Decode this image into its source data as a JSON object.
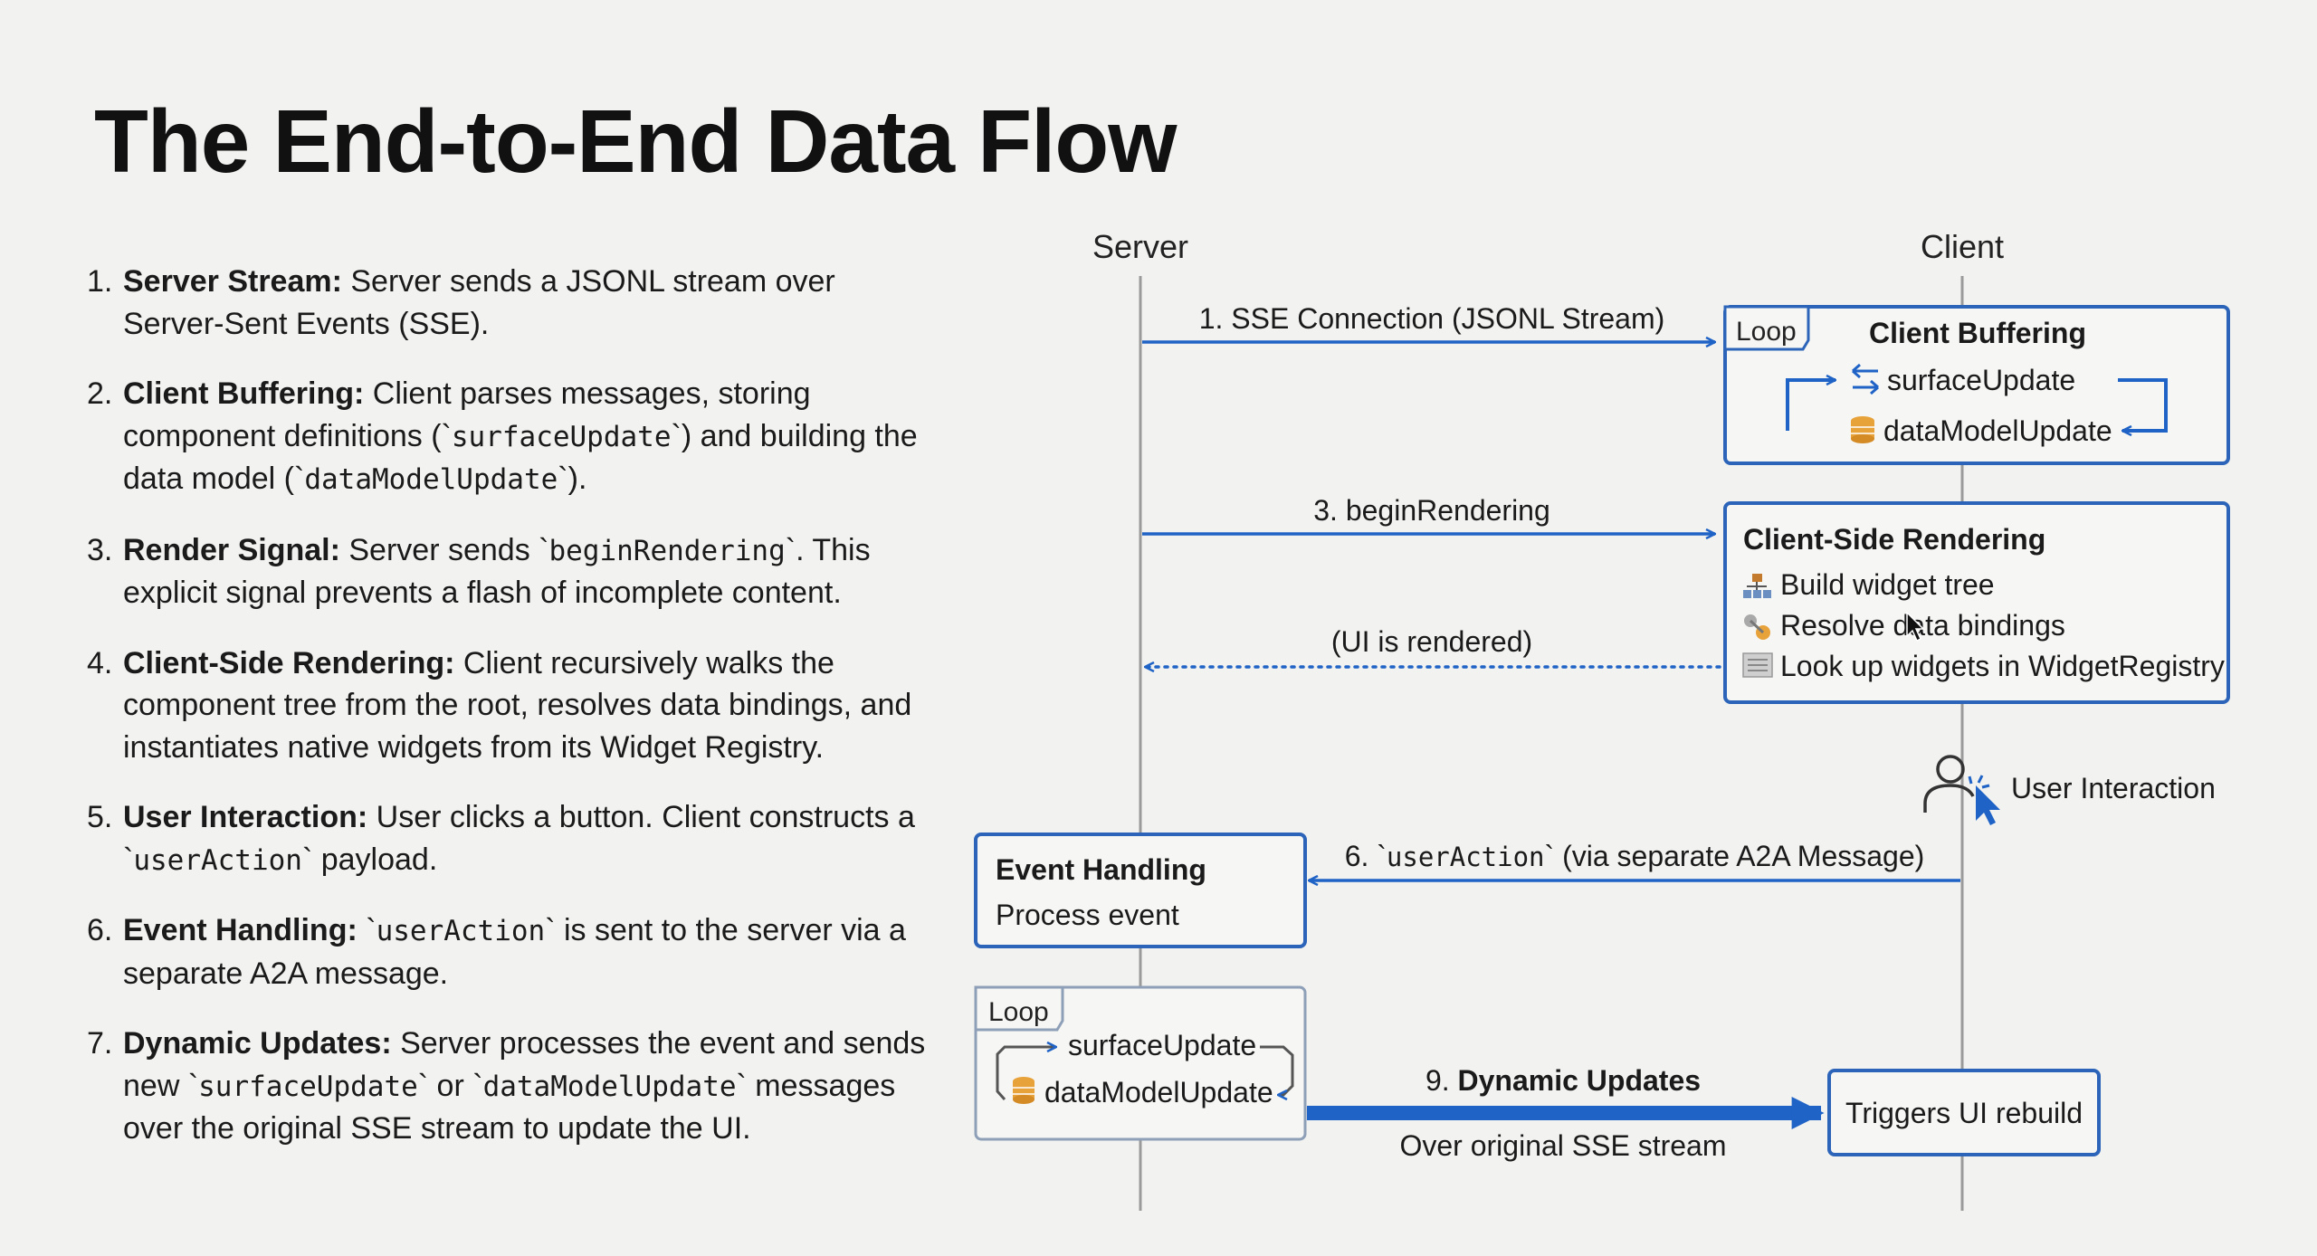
{
  "title": "The End-to-End Data Flow",
  "steps": [
    {
      "num": "1.",
      "segments": [
        {
          "t": "Server Stream:",
          "s": "b"
        },
        {
          "t": " Server sends a JSONL stream over Server-Sent Events (SSE)."
        }
      ]
    },
    {
      "num": "2.",
      "segments": [
        {
          "t": "Client Buffering:",
          "s": "b"
        },
        {
          "t": " Client parses messages, storing component definitions (`"
        },
        {
          "t": "surfaceUpdate",
          "s": "c"
        },
        {
          "t": "`) and building the data model (`"
        },
        {
          "t": "dataModelUpdate",
          "s": "c"
        },
        {
          "t": "`)."
        }
      ]
    },
    {
      "num": "3.",
      "segments": [
        {
          "t": "Render Signal:",
          "s": "b"
        },
        {
          "t": " Server sends `"
        },
        {
          "t": "beginRendering",
          "s": "c"
        },
        {
          "t": "`. This explicit signal prevents a flash of incomplete content."
        }
      ]
    },
    {
      "num": "4.",
      "segments": [
        {
          "t": "Client-Side Rendering:",
          "s": "b"
        },
        {
          "t": " Client recursively walks the component tree from the root, resolves data bindings, and instantiates native widgets from its Widget Registry."
        }
      ]
    },
    {
      "num": "5.",
      "segments": [
        {
          "t": "User Interaction:",
          "s": "b"
        },
        {
          "t": " User clicks a button. Client constructs a `"
        },
        {
          "t": "userAction",
          "s": "c"
        },
        {
          "t": "` payload."
        }
      ]
    },
    {
      "num": "6.",
      "segments": [
        {
          "t": "Event Handling:",
          "s": "b"
        },
        {
          "t": " `"
        },
        {
          "t": "userAction",
          "s": "c"
        },
        {
          "t": "` is sent to the server via a separate A2A message."
        }
      ]
    },
    {
      "num": "7.",
      "segments": [
        {
          "t": "Dynamic Updates:",
          "s": "b"
        },
        {
          "t": " Server processes the event and sends new `"
        },
        {
          "t": "surfaceUpdate",
          "s": "c"
        },
        {
          "t": "` or `"
        },
        {
          "t": "dataModelUpdate",
          "s": "c"
        },
        {
          "t": "` messages over the original SSE stream to update the UI."
        }
      ]
    }
  ],
  "diagram": {
    "server_label": "Server",
    "client_label": "Client",
    "msg1": "1. SSE Connection (JSONL Stream)",
    "msg3": "3. beginRendering",
    "ui_rendered": "(UI is rendered)",
    "msg6_prefix": "6. `",
    "msg6_code": "userAction",
    "msg6_suffix": "` (via separate A2A Message)",
    "msg9_num": "9.",
    "msg9_title": "Dynamic Updates",
    "msg9_sub": "Over original SSE stream",
    "client_buffering": {
      "loop": "Loop",
      "title": "Client Buffering",
      "item1": "surfaceUpdate",
      "item2": "dataModelUpdate"
    },
    "client_rendering": {
      "title": "Client-Side Rendering",
      "item1": "Build widget tree",
      "item2": "Resolve data bindings",
      "item3": "Look up widgets in WidgetRegistry"
    },
    "user_interaction": "User Interaction",
    "event_handling": {
      "title": "Event Handling",
      "body": "Process event"
    },
    "server_loop": {
      "loop": "Loop",
      "item1": "surfaceUpdate",
      "item2": "dataModelUpdate"
    },
    "triggers": "Triggers UI rebuild"
  },
  "colors": {
    "accent": "#1f63c6",
    "box_border": "#2b64b8",
    "lifeline": "#9a9a9a",
    "db_orange": "#e8a23a"
  }
}
